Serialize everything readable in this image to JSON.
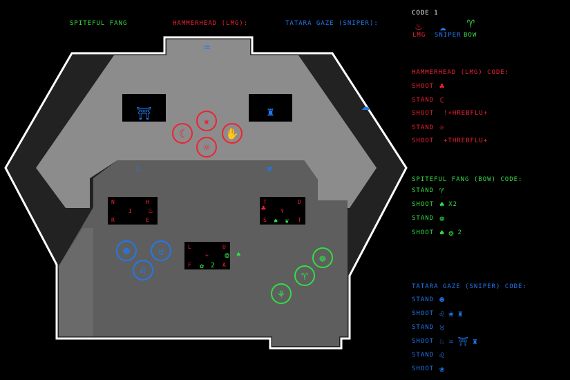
{
  "header": {
    "fang": "SPITEFUL FANG",
    "hammer": "HAMMERHEAD (LMG):",
    "tatara": "TATARA GAZE (SNIPER):"
  },
  "legend": {
    "title": "CODE 1",
    "lmg": "LMG",
    "sniper": "SNIPER",
    "bow": "BOW"
  },
  "hammer_code": {
    "title": "HAMMERHEAD (LMG) CODE:",
    "rows": [
      {
        "action": "SHOOT",
        "extra": ""
      },
      {
        "action": "STAND",
        "extra": ""
      },
      {
        "action": "SHOOT",
        "extra": "!+HREBFLU+"
      },
      {
        "action": "STAND",
        "extra": ""
      },
      {
        "action": "SHOOT",
        "extra": "+THREBFLU+"
      }
    ]
  },
  "fang_code": {
    "title": "SPITEFUL FANG (BOW) CODE:",
    "rows": [
      {
        "action": "STAND",
        "extra": ""
      },
      {
        "action": "SHOOT",
        "extra": "X2"
      },
      {
        "action": "STAND",
        "extra": ""
      },
      {
        "action": "SHOOT",
        "extra": "2"
      }
    ]
  },
  "tatara_code": {
    "title": "TATARA GAZE (SNIPER) CODE:",
    "rows": [
      {
        "action": "STAND"
      },
      {
        "action": "SHOOT"
      },
      {
        "action": "STAND"
      },
      {
        "action": "SHOOT"
      },
      {
        "action": "STAND"
      },
      {
        "action": "SHOOT"
      }
    ]
  },
  "map_boxes": {
    "nihre": {
      "n": "N",
      "i": "I",
      "h": "H",
      "r": "R",
      "e": "E"
    },
    "tdyst": {
      "t": "T",
      "d": "D",
      "y": "Y",
      "s": "S",
      "t2": "T"
    },
    "lufa": {
      "l": "L",
      "u": "U",
      "plus": "+",
      "f": "F",
      "a": "A",
      "num": "2"
    }
  },
  "colors": {
    "lmg": "#ee2233",
    "sniper": "#2277ee",
    "bow": "#33dd44",
    "floor_light": "#8a8a8a",
    "floor_mid": "#5c5c5c",
    "wall": "#2a2a2a",
    "outline": "#ffffff"
  },
  "icons": {
    "lmg": "flame-icon",
    "sniper": "cloud-icon",
    "bow": "bamboo-icon"
  }
}
